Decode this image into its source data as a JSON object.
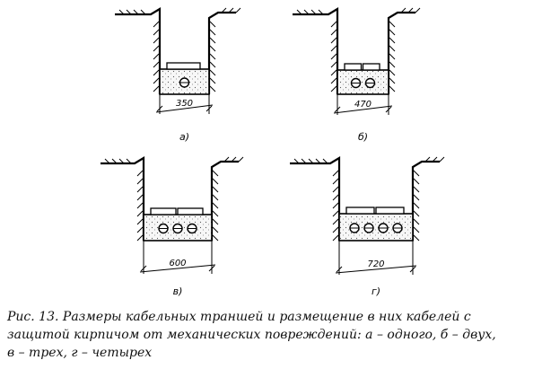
{
  "panels": [
    {
      "id": "a",
      "cables": 1,
      "width_label": "350",
      "label": "а)"
    },
    {
      "id": "b",
      "cables": 2,
      "width_label": "470",
      "label": "б)"
    },
    {
      "id": "c",
      "cables": 3,
      "width_label": "600",
      "label": "в)"
    },
    {
      "id": "d",
      "cables": 4,
      "width_label": "720",
      "label": "г)"
    }
  ],
  "caption": {
    "line1": "Рис. 13. Размеры кабельных траншей и размещение в них кабелей с",
    "line2": "защитой кирпичом от механических повреждений: а – одного, б – двух,",
    "line3": "в – трех, г – четырех"
  }
}
